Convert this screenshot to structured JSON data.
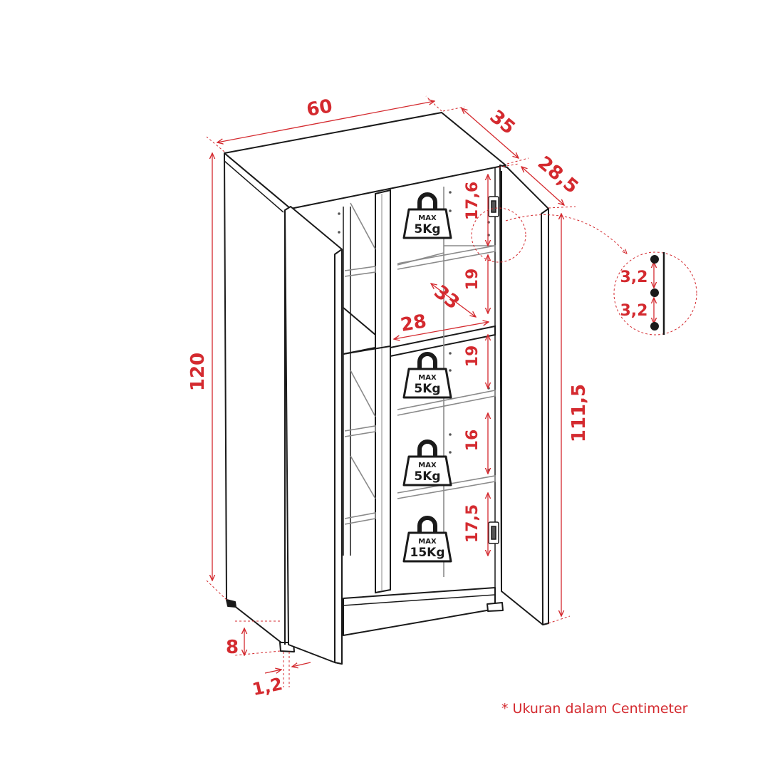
{
  "dimensions": {
    "width": "60",
    "depth": "35",
    "inner_depth": "28,5",
    "height": "120",
    "door_height": "111,5",
    "plinth": "8",
    "door_thickness": "1,2",
    "shelf_gap_1": "17,6",
    "shelf_gap_2": "19",
    "shelf_gap_3": "19",
    "shelf_gap_4": "16",
    "shelf_gap_5": "17,5",
    "shelf_depth": "33",
    "shelf_width": "28",
    "hole_pitch_1": "3,2",
    "hole_pitch_2": "3,2"
  },
  "weights": [
    {
      "top": "MAX",
      "bottom": "5Kg"
    },
    {
      "top": "MAX",
      "bottom": "5Kg"
    },
    {
      "top": "MAX",
      "bottom": "5Kg"
    },
    {
      "top": "MAX",
      "bottom": "15Kg"
    }
  ],
  "footnote": "* Ukuran dalam Centimeter",
  "colors": {
    "dimension": "#d42a2f",
    "line": "#1a1a1a",
    "shelf": "#8a8a8a"
  }
}
